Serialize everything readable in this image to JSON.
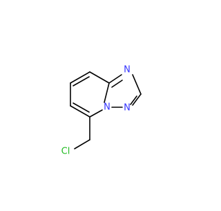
{
  "atoms": {
    "n_top": "N",
    "n_bridge": "N",
    "n_lower": "N",
    "cl": "Cl"
  },
  "colors": {
    "bond": "#000000",
    "nitrogen": "#3333ff",
    "chlorine": "#22bb22",
    "background": "#ffffff"
  }
}
